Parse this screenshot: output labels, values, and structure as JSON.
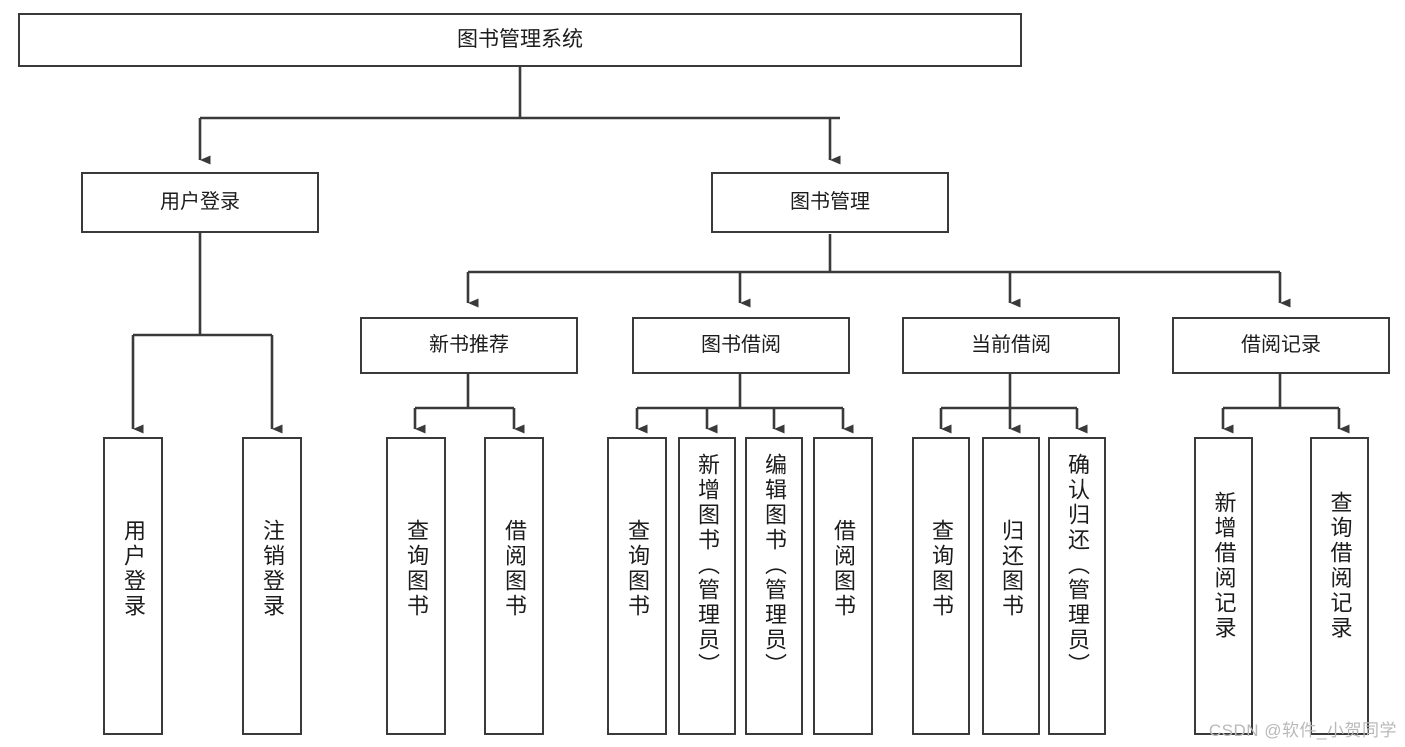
{
  "diagram": {
    "title": "图书管理系统",
    "type": "tree-hierarchy-diagram",
    "root": {
      "label": "图书管理系统"
    },
    "level1": [
      {
        "label": "用户登录"
      },
      {
        "label": "图书管理"
      }
    ],
    "level2": [
      {
        "label": "新书推荐"
      },
      {
        "label": "图书借阅"
      },
      {
        "label": "当前借阅"
      },
      {
        "label": "借阅记录"
      }
    ],
    "leaves": {
      "user_login": [
        {
          "label": "用户登录"
        },
        {
          "label": "注销登录"
        }
      ],
      "new_book_recommend": [
        {
          "label": "查询图书"
        },
        {
          "label": "借阅图书"
        }
      ],
      "book_borrow": [
        {
          "label": "查询图书"
        },
        {
          "label": "新增图书（管理员）"
        },
        {
          "label": "编辑图书（管理员）"
        },
        {
          "label": "借阅图书"
        }
      ],
      "current_borrow": [
        {
          "label": "查询图书"
        },
        {
          "label": "归还图书"
        },
        {
          "label": "确认归还（管理员）"
        }
      ],
      "borrow_records": [
        {
          "label": "新增借阅记录"
        },
        {
          "label": "查询借阅记录"
        }
      ]
    },
    "watermark": "CSDN @软件_小贺同学",
    "colors": {
      "stroke": "#3a3a3a",
      "text": "#1c1c1c",
      "background": "#ffffff",
      "watermark": "#b9b9b9"
    }
  }
}
